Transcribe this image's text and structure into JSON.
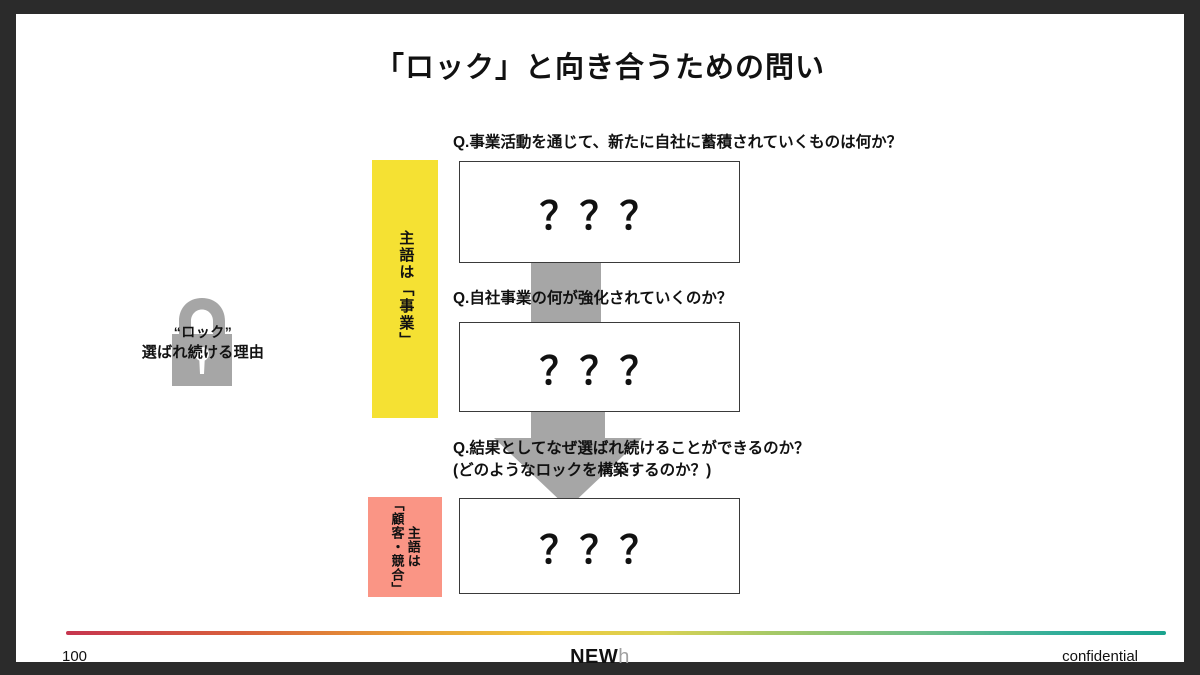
{
  "slide": {
    "title": "「ロック」と向き合うための問い",
    "page_number": "100",
    "confidential_label": "confidential",
    "logo": {
      "primary": "NEW",
      "secondary": "h"
    }
  },
  "lock_badge": {
    "icon": "lock-icon",
    "quoted_label": "“ロック”",
    "description": "選ばれ続ける理由"
  },
  "side_labels": [
    {
      "id": "subject-business",
      "text": "主語は「事業」",
      "color": "#f5e133"
    },
    {
      "id": "subject-customer-competitor",
      "column_1": "「顧客・競合」",
      "column_2": "主語は",
      "color": "#fa9585"
    }
  ],
  "questions": [
    {
      "id": "q1",
      "line_1": "Q.事業活動を通じて、新たに自社に蓄積されていくものは何か？",
      "line_2": "",
      "answer": "？？？"
    },
    {
      "id": "q2",
      "line_1": "Q.自社事業の何が強化されていくのか？",
      "line_2": "",
      "answer": "？？？"
    },
    {
      "id": "q3",
      "line_1": "Q.結果としてなぜ選ばれ続けることができるのか？",
      "line_2": "(どのようなロックを構築するのか？)",
      "answer": "？？？"
    }
  ],
  "connectors": [
    {
      "id": "connector-bar",
      "shape": "bar",
      "color": "#a6a6a6"
    },
    {
      "id": "connector-arrow",
      "shape": "arrow-down",
      "color": "#a6a6a6"
    }
  ],
  "colors": {
    "frame": "#2b2b2b",
    "canvas": "#ffffff",
    "accent_yellow": "#f5e133",
    "accent_pink": "#fa9585",
    "connector_gray": "#a6a6a6",
    "box_border": "#3a3a3a"
  }
}
